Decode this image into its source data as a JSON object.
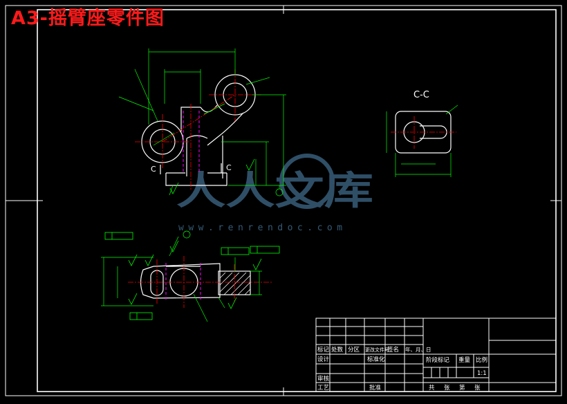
{
  "title": "A3-摇臂座零件图",
  "section_view": {
    "label": "C-C"
  },
  "cut_marks": {
    "left": "C",
    "right": "C"
  },
  "watermark": {
    "brand": "人人文库",
    "url": "www.renrendoc.com"
  },
  "title_block": {
    "revision_headers": [
      "标记",
      "处数",
      "分区",
      "更改文件号",
      "签名",
      "年、月、日"
    ],
    "design": "设计",
    "standardization": "标准化",
    "review": "审核",
    "process": "工艺",
    "approve": "批准",
    "stage_mark": "阶段标记",
    "weight": "重量",
    "scale_label": "比例",
    "scale_value": "1:1",
    "sheets_total": "共",
    "sheet_label": "张",
    "sheet_no": "第",
    "sheet_label2": "张"
  },
  "colors": {
    "background": "#000000",
    "outline": "#ffffff",
    "dimension": "#00ff00",
    "centerline": "#ff0000",
    "hidden": "#ff00ff",
    "title": "#ff1a1a",
    "watermark": "#3f6a8a"
  }
}
